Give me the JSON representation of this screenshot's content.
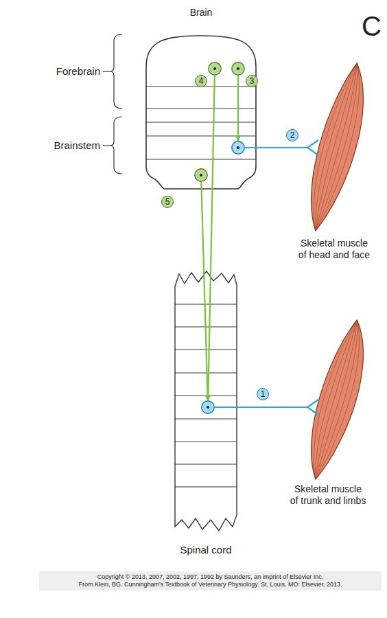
{
  "diagram": {
    "nodes": [
      {
        "text": [
          "Brain"
        ]
      },
      {
        "text": [
          "4"
        ],
        "in": 0
      },
      {
        "text": [
          "3"
        ],
        "in": 0
      },
      {
        "text": [
          "2"
        ],
        "in": 0
      },
      {
        "text": [
          "5"
        ],
        "in": 0
      },
      {
        "text": [
          "Skeletal muscle of head and face"
        ]
      },
      {
        "text": [
          "Spinal cord"
        ]
      },
      {
        "text": [
          "1"
        ],
        "in": 6
      },
      {
        "text": [
          "Skeletal muscle of trunk and limbs"
        ]
      }
    ],
    "edges": [
      {
        "from": 2,
        "to": 3,
        "arrow": "to"
      },
      {
        "from": 1,
        "to": 7,
        "arrow": "to"
      },
      {
        "from": 4,
        "to": 7,
        "arrow": "to"
      },
      {
        "from": 3,
        "to": 5,
        "arrow": "none"
      },
      {
        "from": 7,
        "to": 8,
        "arrow": "none"
      }
    ],
    "labels": [
      "C",
      "Forebrain",
      "Brainstem",
      "Copyright © 2013, 2007, 2002, 1997, 1992 by Saunders, an imprint of Elsevier Inc.",
      "From Klein, BG. Cunningham's Textbook of Veterinary Physiology. St. Louis, MO: Elsevier, 2013."
    ]
  }
}
